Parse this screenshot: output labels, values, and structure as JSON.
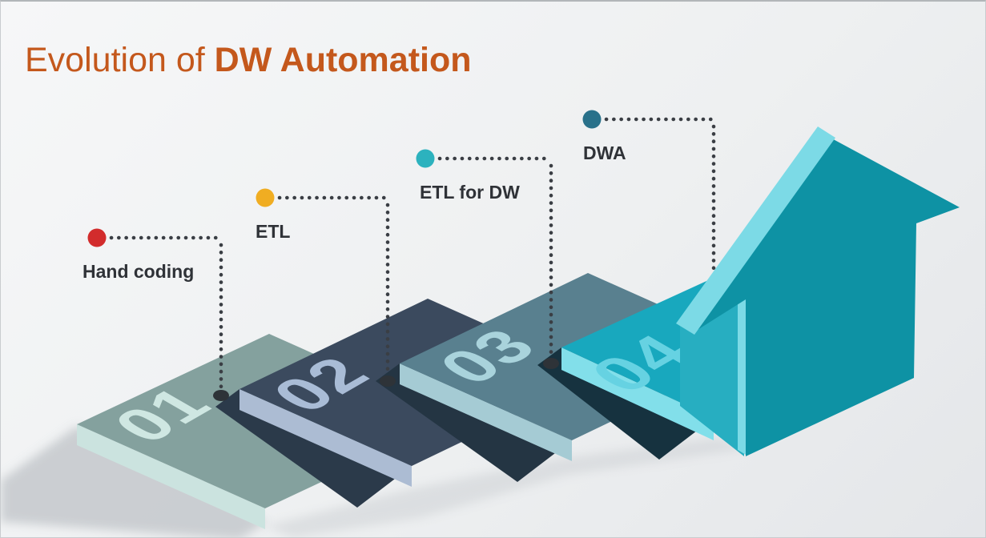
{
  "slide": {
    "title": {
      "regular": "Evolution of ",
      "bold": "DW Automation",
      "color": "#C4581C"
    },
    "background": {
      "gradient_from": "#F6F7F8",
      "gradient_to": "#E4E6E9",
      "border": "#C9CCCF"
    }
  },
  "stages": [
    {
      "number": "01",
      "label": "Hand coding",
      "dot_color": "#D22C2C",
      "plank_top_color": "#84A19E",
      "plank_edge_color": "#CBE3DF",
      "number_color": "#CFE7E2"
    },
    {
      "number": "02",
      "label": "ETL",
      "dot_color": "#F0AD22",
      "plank_top_color": "#3B4A5E",
      "plank_edge_color": "#ACBCD3",
      "number_color": "#A9BCD6"
    },
    {
      "number": "03",
      "label": "ETL for DW",
      "dot_color": "#2CB2BE",
      "plank_top_color": "#59808F",
      "plank_edge_color": "#A5CBD4",
      "number_color": "#A9D3DC"
    },
    {
      "number": "04",
      "label": "DWA",
      "dot_color": "#29718A",
      "plank_top_color": "#18A8BE",
      "plank_edge_color": "#82DFEA",
      "number_color": "#66D2E2"
    }
  ],
  "notch_shadow_colors": [
    "#2B3A4A",
    "#243543",
    "#16323F"
  ],
  "ground_shadow_color": "#C7CBCF",
  "leader": {
    "line_color": "#3A3E44",
    "end_dot_color": "#2E3338"
  },
  "arrow": {
    "face_color": "#0E92A4",
    "side_color": "#27AEC1",
    "highlight_color": "#7CDAE6"
  }
}
